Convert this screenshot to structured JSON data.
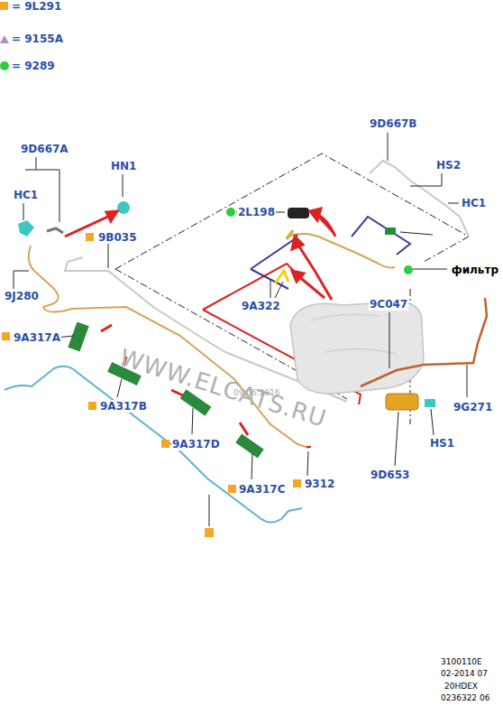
{
  "diagram": {
    "labels": [
      "9D667A",
      "HN1",
      "HC1",
      "9B035",
      "9J280",
      "9A317A",
      "9A317B",
      "9A317D",
      "9A317C",
      "9312",
      "2L198",
      "9A322",
      "9D667B",
      "HS2",
      "HC1",
      "фильтр",
      "9C047",
      "9G271",
      "9D653",
      "HS1",
      "WWW.ELCATS.RU",
      "09.06.2016",
      "3100110E",
      "02-2014 07",
      "20HDEX",
      "0236322 06"
    ],
    "legend": [
      {
        "text": "= 9L291",
        "color": "#f5a623"
      },
      {
        "text": "= 9155A"
      },
      {
        "text": "= 9289"
      }
    ]
  }
}
